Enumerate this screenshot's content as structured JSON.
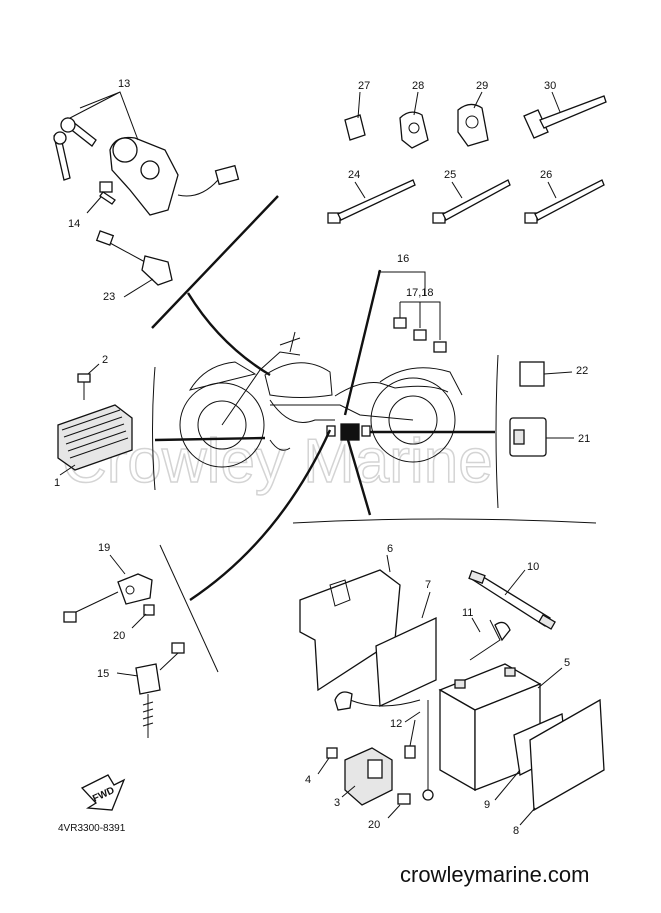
{
  "diagram": {
    "drawing_code": "4VR3300-8391",
    "website": "crowleymarine.com",
    "watermark": "Crowley Marine",
    "fwd_label": "FWD",
    "callouts": {
      "c1": "1",
      "c2": "2",
      "c3": "3",
      "c4": "4",
      "c5": "5",
      "c6": "6",
      "c7": "7",
      "c8": "8",
      "c9": "9",
      "c10": "10",
      "c11": "11",
      "c12": "12",
      "c13": "13",
      "c14": "14",
      "c15": "15",
      "c16": "16",
      "c17_18": "17,18",
      "c19": "19",
      "c20a": "20",
      "c20b": "20",
      "c21": "21",
      "c22": "22",
      "c23": "23",
      "c24": "24",
      "c25": "25",
      "c26": "26",
      "c27": "27",
      "c28": "28",
      "c29": "29",
      "c30": "30"
    }
  }
}
